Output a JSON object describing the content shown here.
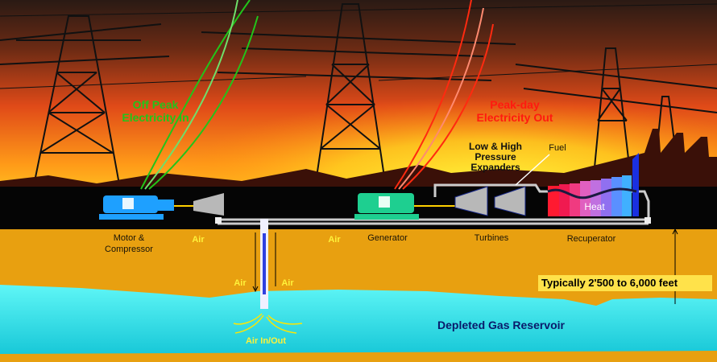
{
  "title_labels": {
    "off_peak": [
      "Off Peak",
      "Electricity In"
    ],
    "peak_day": [
      "Peak-day",
      "Electricity Out"
    ],
    "expanders": [
      "Low & High",
      "Pressure",
      "Expanders"
    ],
    "fuel": "Fuel",
    "heat": "Heat"
  },
  "components": {
    "motor_compressor": [
      "Motor &",
      "Compressor"
    ],
    "generator": "Generator",
    "turbines": "Turbines",
    "recuperator": "Recuperator"
  },
  "air_labels": {
    "air_1": "Air",
    "air_2": "Air",
    "air_3": "Air",
    "air_4": "Air",
    "air_in_out": "Air In/Out"
  },
  "depth_label": "Typically 2'500 to 6,000 feet",
  "reservoir_label": "Depleted Gas Reservoir",
  "colors": {
    "sky_top": "#2a1a10",
    "sky_mid": "#e8541a",
    "sky_glow": "#ffe21a",
    "ground": "#e8a010",
    "reservoir": "#4ff0f0",
    "motor": "#1ea0ff",
    "generator": "#1ecf90",
    "electricity_in": "#22c41a",
    "electricity_out": "#ff1a10"
  }
}
